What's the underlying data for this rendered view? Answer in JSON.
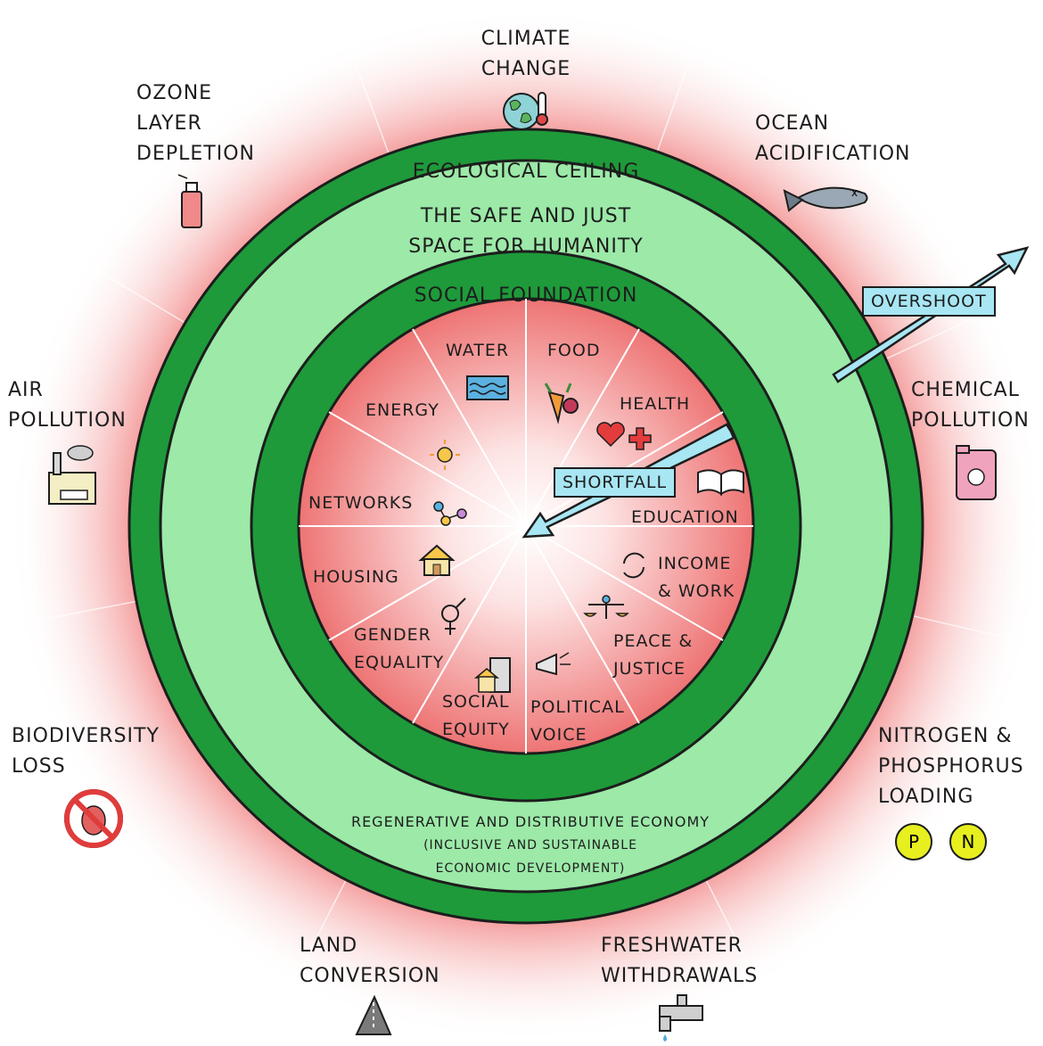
{
  "planetary_boundaries": {
    "climate_change": [
      "CLIMATE",
      "CHANGE"
    ],
    "ozone": [
      "OZONE",
      "LAYER",
      "DEPLETION"
    ],
    "ocean": [
      "OCEAN",
      "ACIDIFICATION"
    ],
    "air": [
      "AIR",
      "POLLUTION"
    ],
    "chemical": [
      "CHEMICAL",
      "POLLUTION"
    ],
    "biodiversity": [
      "BIODIVERSITY",
      "LOSS"
    ],
    "nitrogen": [
      "NITROGEN &",
      "PHOSPHORUS",
      "LOADING"
    ],
    "land": [
      "LAND",
      "CONVERSION"
    ],
    "freshwater": [
      "FRESHWATER",
      "WITHDRAWALS"
    ]
  },
  "rings": {
    "ceiling": "ECOLOGICAL CEILING",
    "safe_space": [
      "THE SAFE AND JUST",
      "SPACE FOR HUMANITY"
    ],
    "foundation": "SOCIAL FOUNDATION",
    "economy": [
      "REGENERATIVE AND DISTRIBUTIVE ECONOMY",
      "(INCLUSIVE AND SUSTAINABLE",
      "ECONOMIC DEVELOPMENT)"
    ]
  },
  "social": {
    "water": "WATER",
    "food": "FOOD",
    "health": "HEALTH",
    "energy": "ENERGY",
    "networks": "NETWORKS",
    "education": "EDUCATION",
    "housing": "HOUSING",
    "income": [
      "INCOME",
      "& WORK"
    ],
    "gender": [
      "GENDER",
      "EQUALITY"
    ],
    "peace": [
      "PEACE &",
      "JUSTICE"
    ],
    "social_equity": [
      "SOCIAL",
      "EQUITY"
    ],
    "political": [
      "POLITICAL",
      "VOICE"
    ]
  },
  "arrows": {
    "overshoot": "OVERSHOOT",
    "shortfall": "SHORTFALL"
  },
  "icons": {
    "nitrogen_p": "P",
    "nitrogen_n": "N"
  },
  "colors": {
    "dark_green": "#1e9a3a",
    "light_green": "#9ce9a8",
    "red_glow": "#f07b7b",
    "arrow_blue": "#a8e6f3"
  }
}
